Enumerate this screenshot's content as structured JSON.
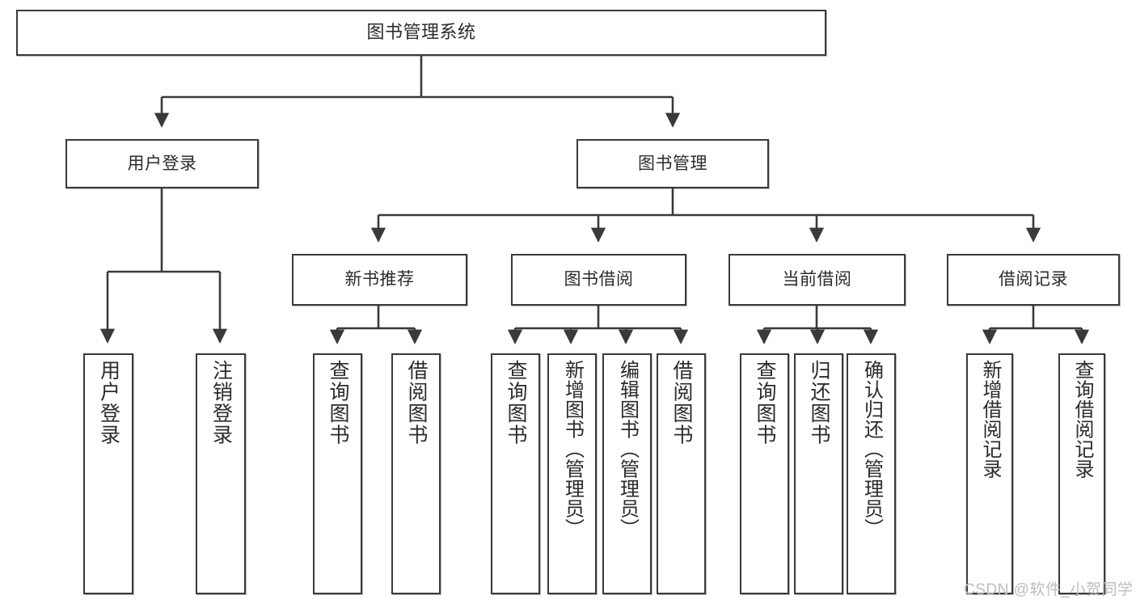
{
  "diagram": {
    "title": "图书管理系统",
    "type": "tree",
    "watermark": "CSDN @软件_小贺同学",
    "colors": {
      "box_border": "#3a3a3a",
      "box_fill": "#ffffff",
      "edge": "#3a3a3a",
      "text": "#2b2b2b",
      "watermark": "#bdbdbd",
      "background": "#ffffff"
    },
    "nodes": {
      "root": {
        "label": "图书管理系统"
      },
      "level1": [
        {
          "id": "user-login",
          "label": "用户登录"
        },
        {
          "id": "book-management",
          "label": "图书管理"
        }
      ],
      "level2": [
        {
          "id": "new-book-recommend",
          "label": "新书推荐"
        },
        {
          "id": "book-borrow",
          "label": "图书借阅"
        },
        {
          "id": "current-borrow",
          "label": "当前借阅"
        },
        {
          "id": "borrow-record",
          "label": "借阅记录"
        }
      ],
      "leaves": {
        "user-login": [
          {
            "id": "leaf-user-login",
            "label": "用户登录"
          },
          {
            "id": "leaf-logout-login",
            "label": "注销登录"
          }
        ],
        "new-book-recommend": [
          {
            "id": "leaf-query-book-1",
            "label": "查询图书"
          },
          {
            "id": "leaf-borrow-book-1",
            "label": "借阅图书"
          }
        ],
        "book-borrow": [
          {
            "id": "leaf-query-book-2",
            "label": "查询图书"
          },
          {
            "id": "leaf-add-book",
            "label": "新增图书（管理员）"
          },
          {
            "id": "leaf-edit-book",
            "label": "编辑图书（管理员）"
          },
          {
            "id": "leaf-borrow-book-2",
            "label": "借阅图书"
          }
        ],
        "current-borrow": [
          {
            "id": "leaf-query-book-3",
            "label": "查询图书"
          },
          {
            "id": "leaf-return-book",
            "label": "归还图书"
          },
          {
            "id": "leaf-confirm-return",
            "label": "确认归还（管理员）"
          }
        ],
        "borrow-record": [
          {
            "id": "leaf-add-record",
            "label": "新增借阅记录"
          },
          {
            "id": "leaf-query-record",
            "label": "查询借阅记录"
          }
        ]
      }
    }
  }
}
